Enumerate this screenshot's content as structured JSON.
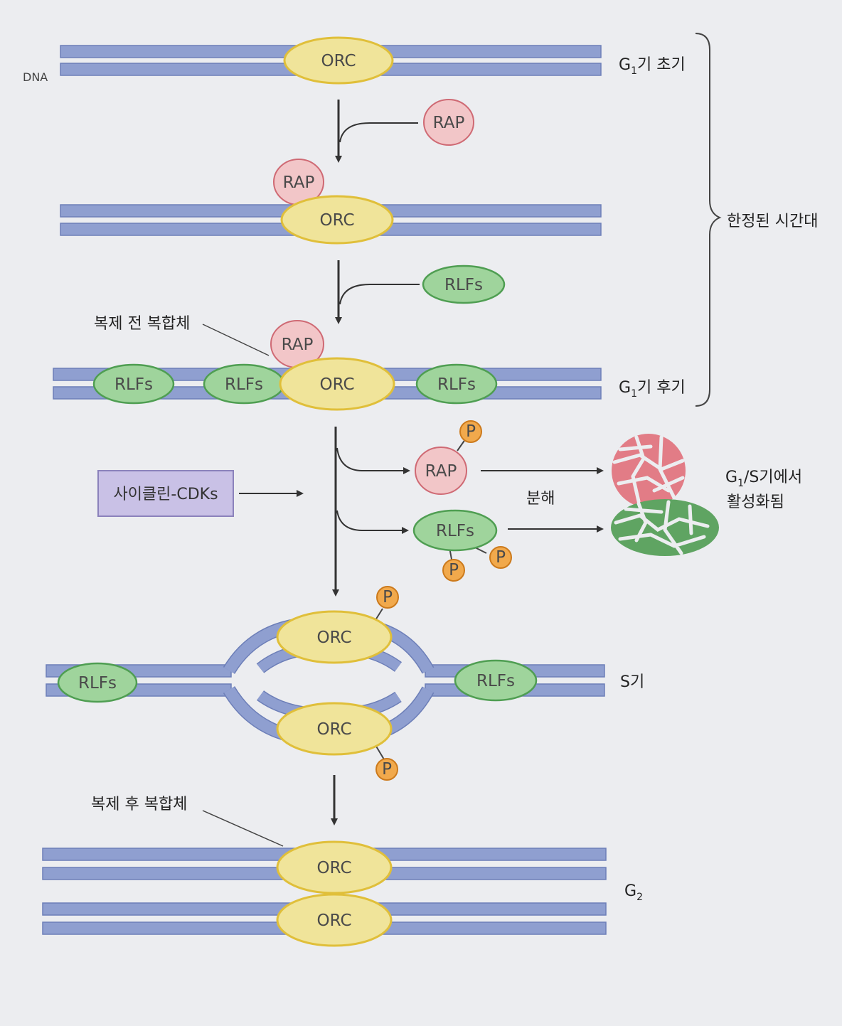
{
  "colors": {
    "dna": "#8f9fd0",
    "dna_edge": "#6d7fb8",
    "orc": "#f0e49a",
    "orc_edge": "#e0bf3a",
    "rap": "#f2c6c8",
    "rap_edge": "#cf6a74",
    "rlf": "#9fd49c",
    "rlf_edge": "#4f9e52",
    "p": "#f1a94c",
    "p_edge": "#cc7a1c",
    "cyclin_box": "#c9c1e6",
    "cyclin_edge": "#8b82bb",
    "degraded_rap": "#e27c86",
    "degraded_rlf": "#5fa462"
  },
  "labels": {
    "dna": "DNA",
    "orc": "ORC",
    "rap": "RAP",
    "rlfs": "RLFs",
    "p": "P",
    "pre_complex": "복제 전 복합체",
    "post_complex": "복제 후 복합체",
    "cyclin_cdks": "사이클린-CDKs",
    "degradation": "분해",
    "window": "한정된 시간대"
  },
  "stages": {
    "g1_early": {
      "g": "G",
      "sub": "1",
      "rest": "기 초기"
    },
    "g1_late": {
      "g": "G",
      "sub": "1",
      "rest": "기 후기"
    },
    "g1s": {
      "g": "G",
      "sub": "1",
      "rest": "/S기에서",
      "line2": "활성화됨"
    },
    "s": "S기",
    "g2": {
      "g": "G",
      "sub": "2"
    }
  }
}
